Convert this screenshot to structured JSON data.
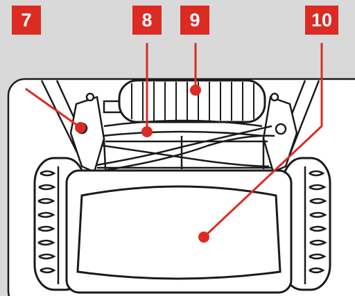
{
  "colors": {
    "background": "#d9d9d9",
    "panel": "#ffffff",
    "line": "#1a1a1a",
    "callout": "#dc2b23",
    "label_text": "#ffffff"
  },
  "callouts": [
    {
      "number": "7",
      "part": "wheel-height-adjuster"
    },
    {
      "number": "8",
      "part": "cutting-cylinder"
    },
    {
      "number": "9",
      "part": "rear-roller"
    },
    {
      "number": "10",
      "part": "grass-box"
    }
  ]
}
